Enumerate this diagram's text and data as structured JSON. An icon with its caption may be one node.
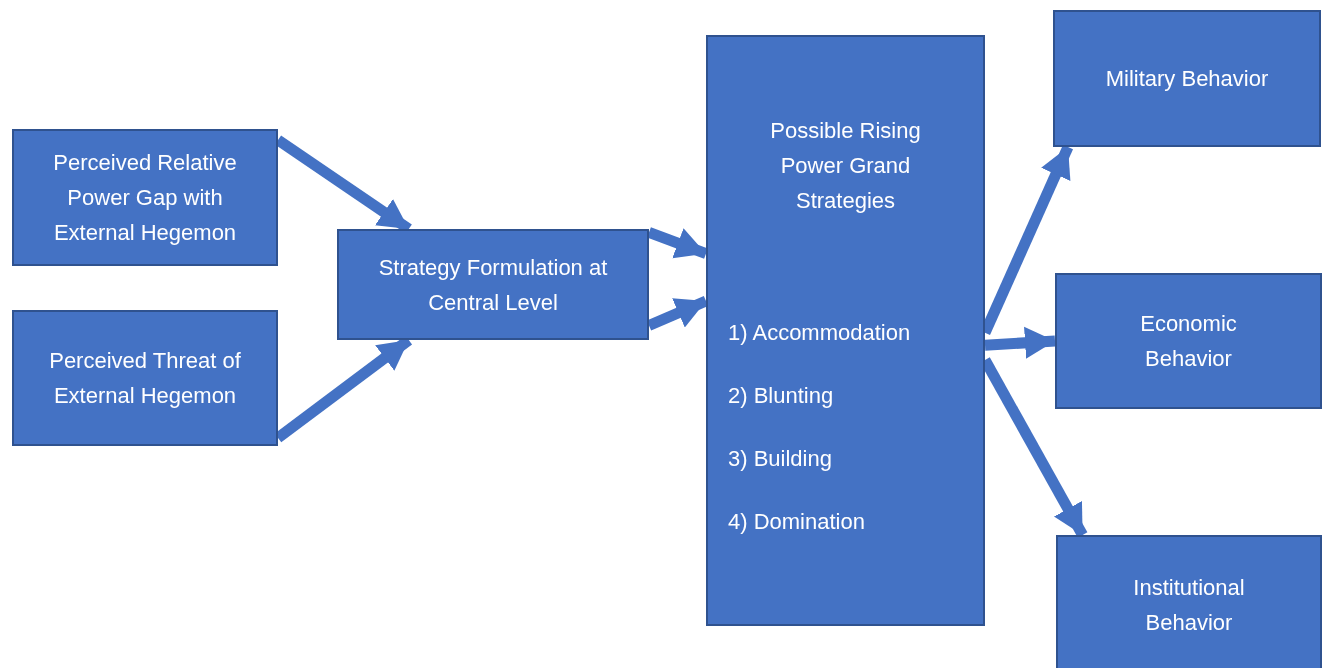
{
  "diagram": {
    "nodes": [
      {
        "text": [
          "Perceived Relative Power Gap with External Hegemon"
        ]
      },
      {
        "text": [
          "Perceived Threat of External Hegemon"
        ]
      },
      {
        "text": [
          "Strategy Formulation at Central Level"
        ]
      },
      {
        "text": [
          "Possible Rising Power Grand Strategies",
          "1) Accommodation",
          "2) Blunting",
          "3) Building",
          "4) Domination"
        ]
      },
      {
        "text": [
          "Military Behavior"
        ]
      },
      {
        "text": [
          "Economic Behavior"
        ]
      },
      {
        "text": [
          "Institutional Behavior"
        ]
      }
    ],
    "edges": [
      {
        "from": 0,
        "to": 2,
        "arrow": "to"
      },
      {
        "from": 1,
        "to": 2,
        "arrow": "to"
      },
      {
        "from": 2,
        "to": 3,
        "arrow": "to"
      },
      {
        "from": 2,
        "to": 3,
        "arrow": "to"
      },
      {
        "from": 3,
        "to": 4,
        "arrow": "to"
      },
      {
        "from": 3,
        "to": 5,
        "arrow": "to"
      },
      {
        "from": 3,
        "to": 6,
        "arrow": "to"
      }
    ]
  }
}
